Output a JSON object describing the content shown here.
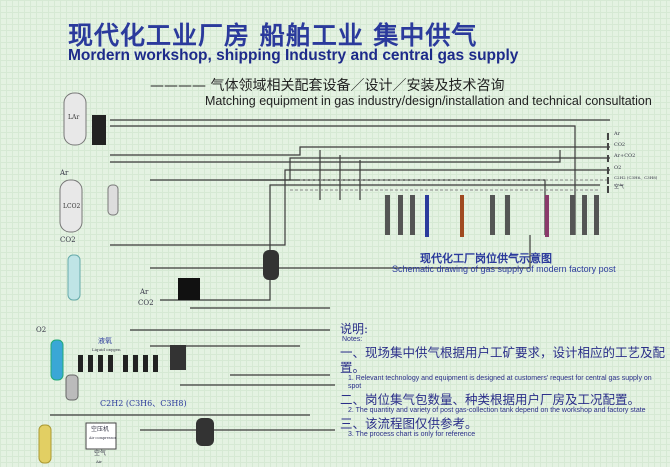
{
  "header": {
    "title_zh": "现代化工业厂房  船舶工业  集中供气",
    "title_en": "Mordern workshop, shipping Industry and central gas supply",
    "subtitle_zh": "———— 气体领域相关配套设备／设计／安装及技术咨询",
    "subtitle_en": "Matching equipment in gas industry/design/installation and technical consultation"
  },
  "diagram": {
    "tank_labels": [
      "LAr",
      "LCO2",
      "CO2",
      "O2"
    ],
    "left_labels": {
      "ar": "Ar",
      "co2": "CO2",
      "ar2": "Ar",
      "co2b": "CO2",
      "o2": "O2",
      "liquid_oxygen": "液氧",
      "liquid_oxygen_en": "Liquid oxygen",
      "c2h2": "C2H2 (C3H6、C3H8)",
      "compressor": "空压机",
      "compressor_en": "Air compressor",
      "air": "空气",
      "air_en": "Air"
    },
    "outlet_labels": [
      "Ar",
      "CO2",
      "Ar+CO2",
      "O2",
      "C2H2 (C3H6、C3H8)",
      "空气"
    ],
    "caption_zh": "现代化工厂岗位供气示意图",
    "caption_en": "Schematic drawing of gas supply of modern factory post"
  },
  "notes": {
    "heading": "说明:",
    "heading_en": "Notes:",
    "items": [
      {
        "zh": "一、现场集中供气根据用户工矿要求，设计相应的工艺及配置。",
        "en": "1. Relevant technology and equipment is  designed at customers' request for central gas supply on spot"
      },
      {
        "zh": "二、岗位集气包数量、种类根据用户厂房及工况配置。",
        "en": "2. The quantity and  variety of post gas-collection tank depend on the workshop and factory state"
      },
      {
        "zh": "三、该流程图仅供参考。",
        "en": "3. The process chart is only for reference"
      }
    ]
  },
  "colors": {
    "title": "#2b3a9c",
    "pipe": "#3a3a3a",
    "o2_cylinder": "#3aa7d6",
    "c2h2_cylinder": "#e2cf63",
    "background": "#e4f2e2"
  }
}
